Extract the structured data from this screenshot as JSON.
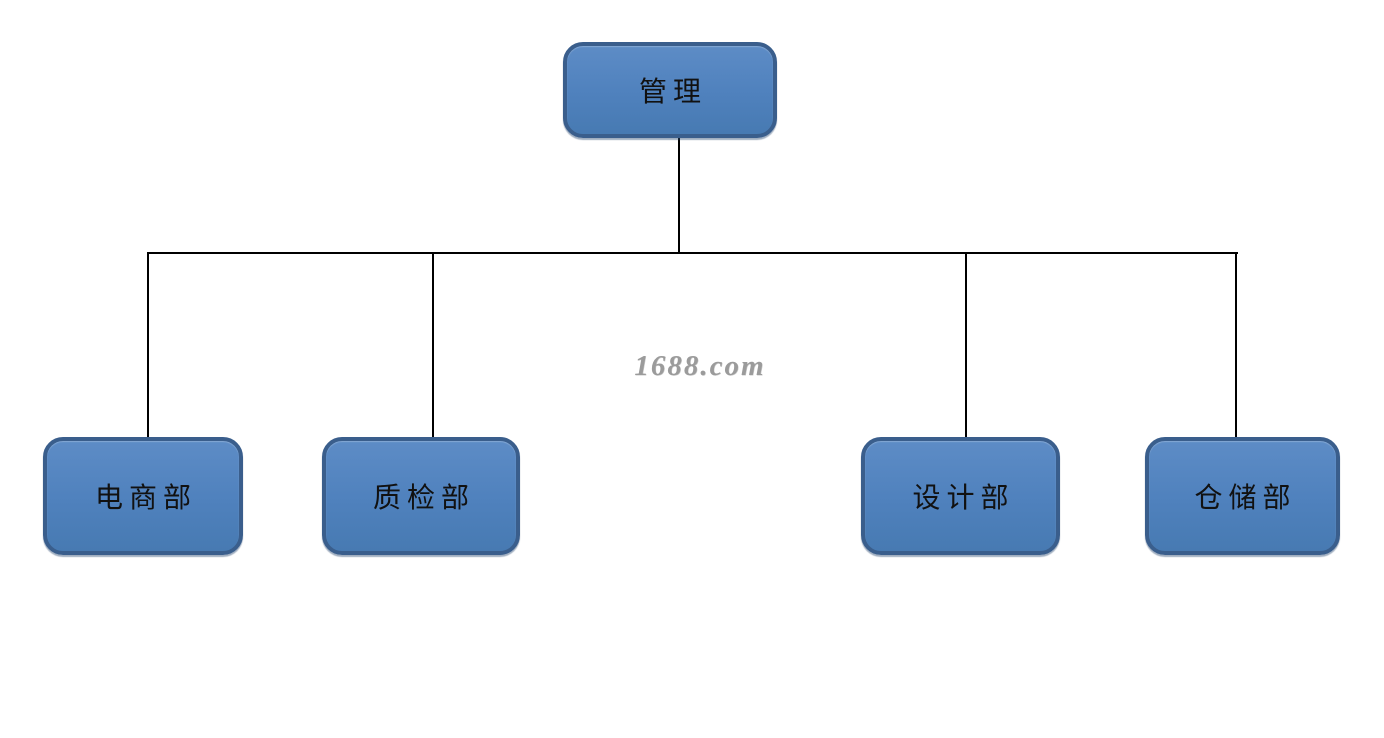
{
  "diagram": {
    "type": "org-chart",
    "root": {
      "label": "管理"
    },
    "children": [
      {
        "label": "电商部"
      },
      {
        "label": "质检部"
      },
      {
        "label": "设计部"
      },
      {
        "label": "仓储部"
      }
    ],
    "watermark": "1688.com",
    "colors": {
      "box_fill": "#4f81bd",
      "box_border": "#3a5e8c",
      "line": "#000000",
      "watermark": "#9b9b9b",
      "text": "#111111",
      "background": "#ffffff"
    }
  }
}
